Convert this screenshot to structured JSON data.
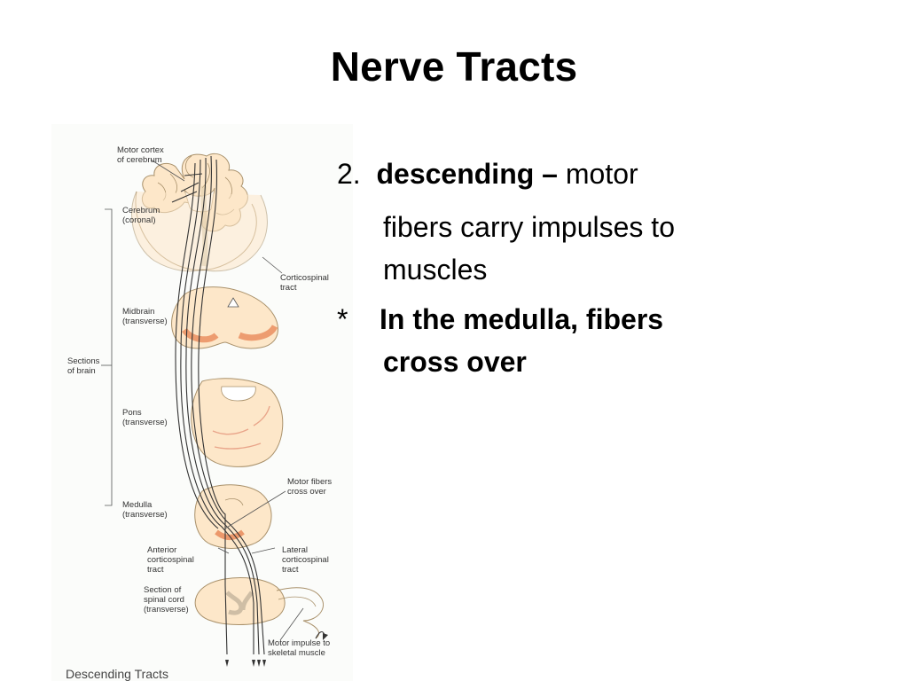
{
  "slide": {
    "title": "Nerve Tracts"
  },
  "text": {
    "num": "2.",
    "term": "descending –",
    "rest1": "motor",
    "line2": "fibers carry impulses to",
    "line3": "muscles",
    "star": "*",
    "bold1": "In the medulla, fibers",
    "bold2": "cross over"
  },
  "figure": {
    "labels": {
      "motor_cortex": [
        "Motor cortex",
        "of cerebrum"
      ],
      "cerebrum": [
        "Cerebrum",
        "(coronal)"
      ],
      "corticospinal": [
        "Corticospinal",
        "tract"
      ],
      "midbrain": [
        "Midbrain",
        "(transverse)"
      ],
      "sections": [
        "Sections",
        "of brain"
      ],
      "pons": [
        "Pons",
        "(transverse)"
      ],
      "medulla": [
        "Medulla",
        "(transverse)"
      ],
      "motor_fibers": [
        "Motor fibers",
        "cross over"
      ],
      "anterior": [
        "Anterior",
        "corticospinal",
        "tract"
      ],
      "lateral": [
        "Lateral",
        "corticospinal",
        "tract"
      ],
      "spinal": [
        "Section of",
        "spinal cord",
        "(transverse)"
      ],
      "impulse": [
        "Motor impulse to",
        "skeletal muscle"
      ]
    },
    "caption": "Descending Tracts"
  }
}
